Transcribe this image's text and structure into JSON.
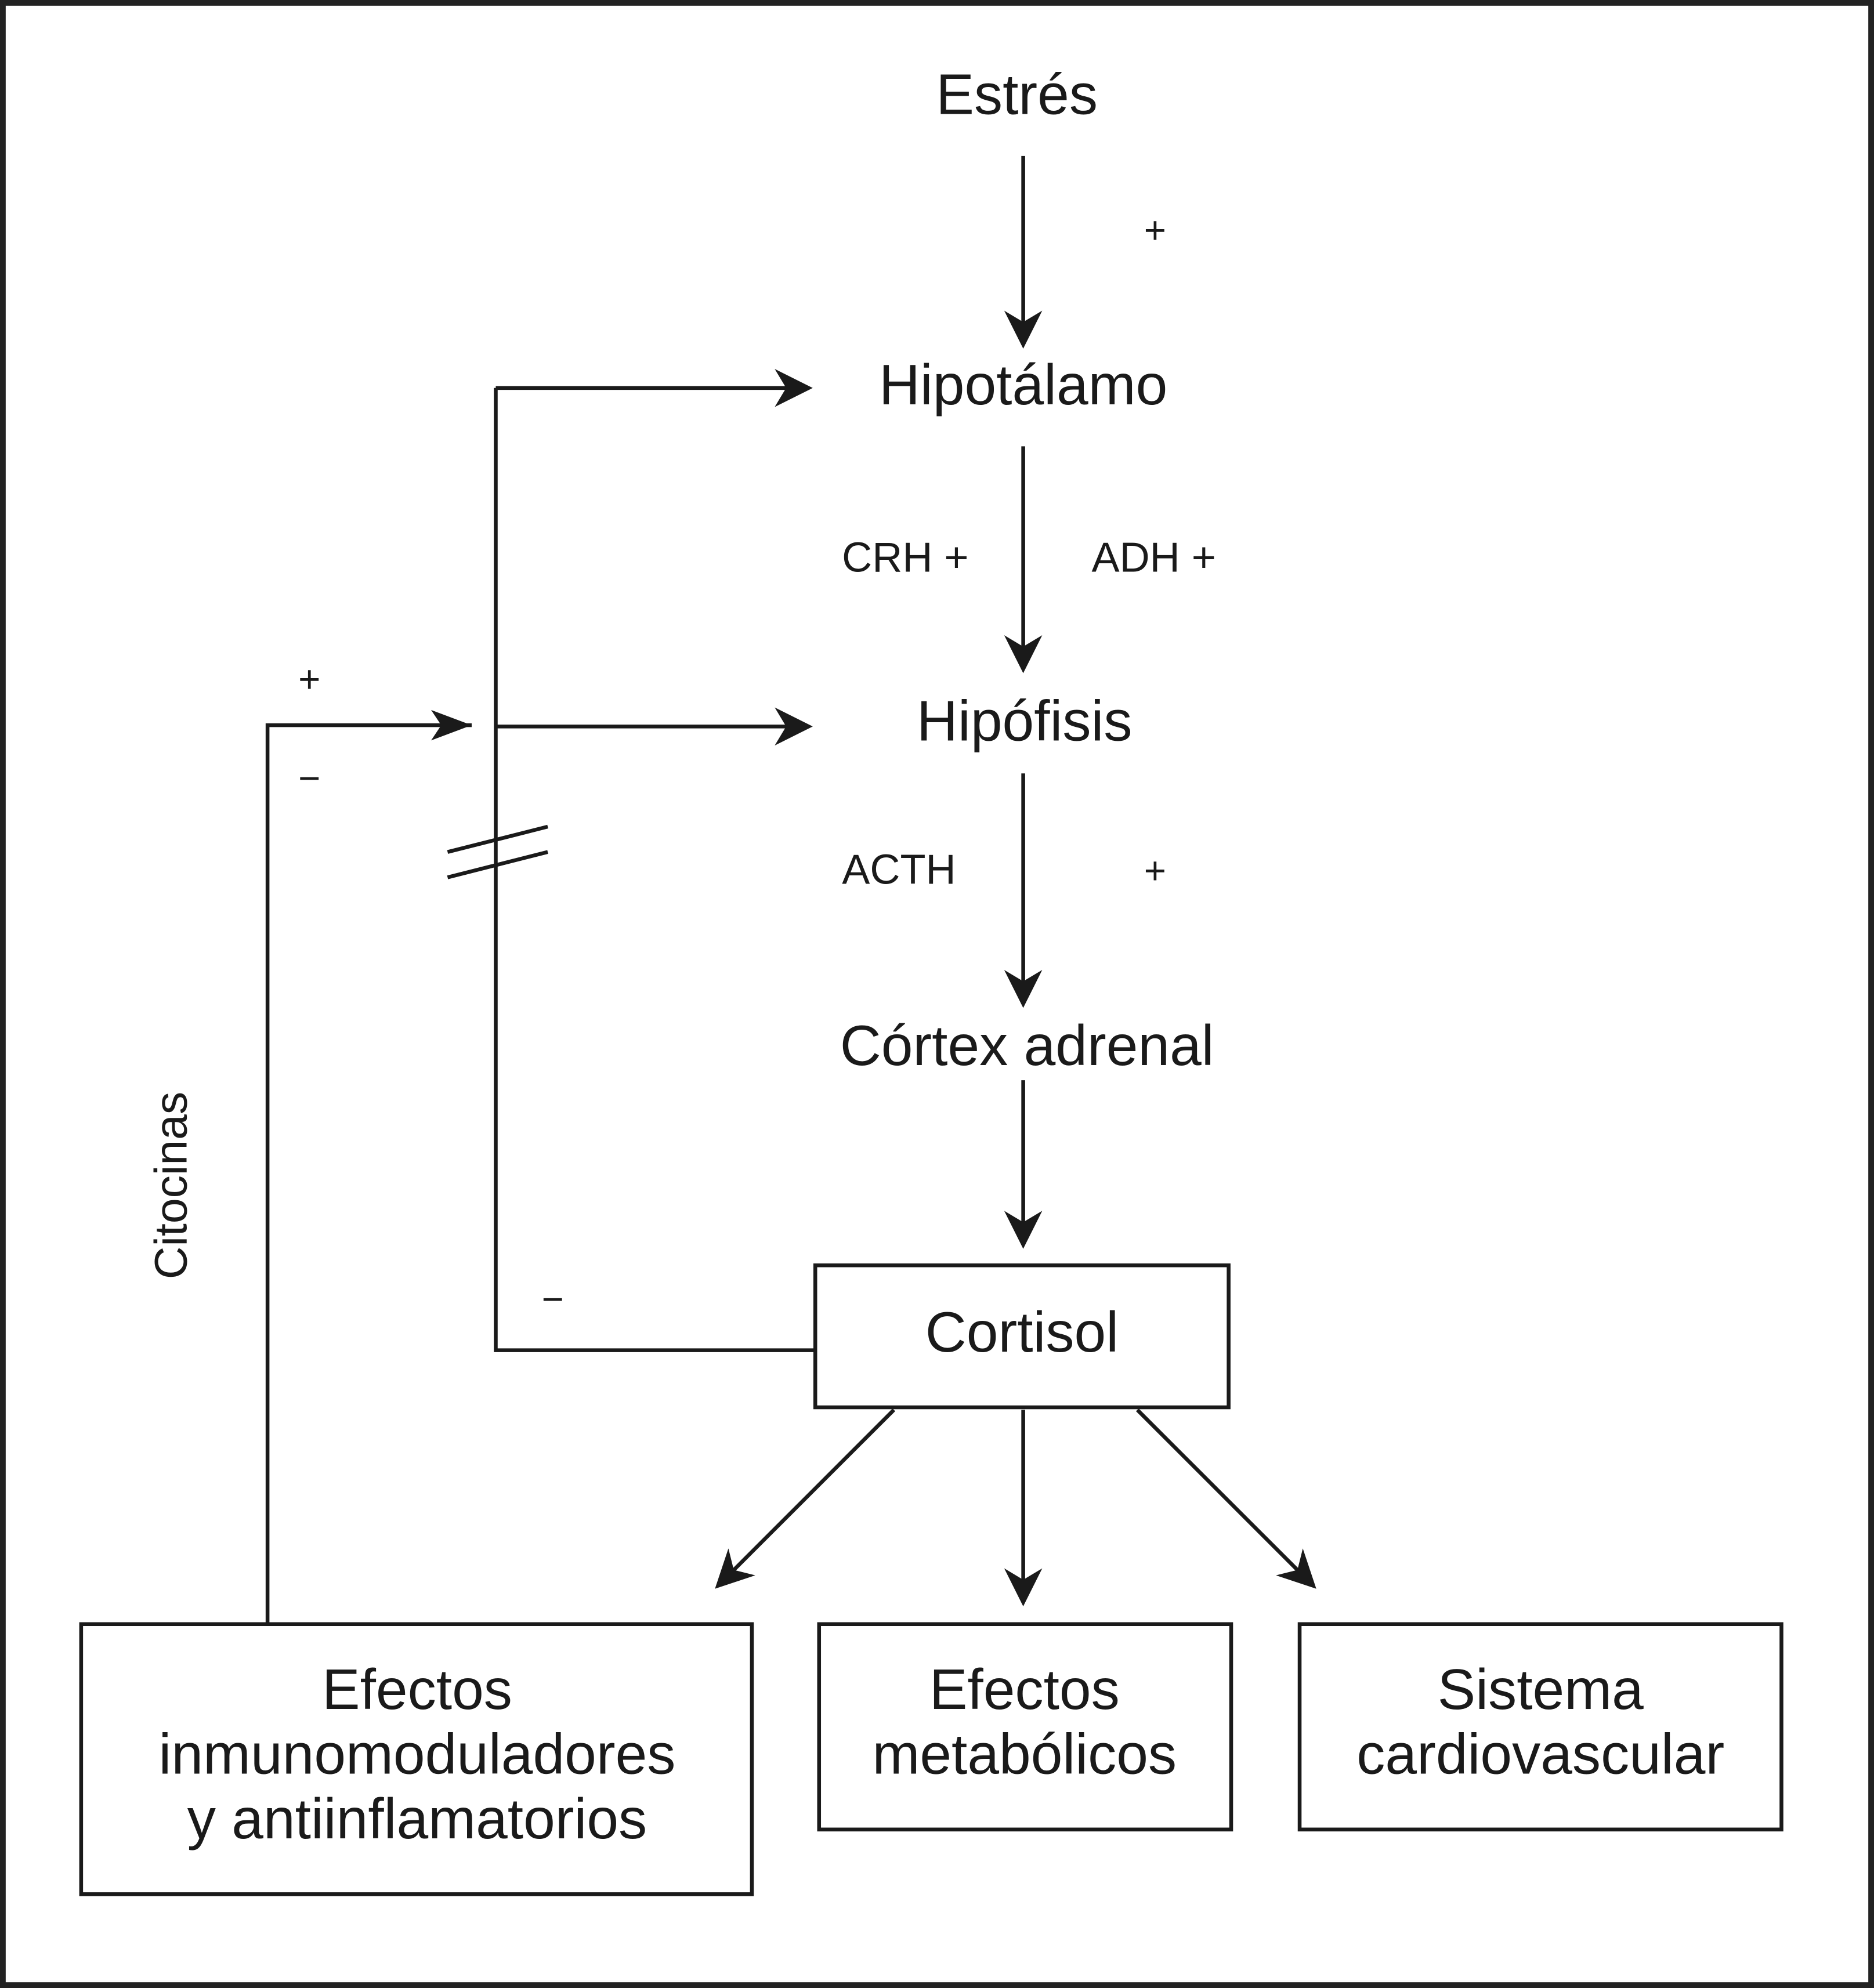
{
  "diagram": {
    "title": "Eje hipotálamo-hipófisis-suprarrenal (respuesta al estrés)",
    "nodes": {
      "estres": "Estrés",
      "hipotalamo": "Hipotálamo",
      "hipofisis": "Hipófisis",
      "cortex": "Córtex adrenal",
      "cortisol": "Cortisol",
      "inmuno": [
        "Efectos",
        "inmunomoduladores",
        "y antiinflamatorios"
      ],
      "metabolicos": [
        "Efectos",
        "metabólicos"
      ],
      "cardio": [
        "Sistema",
        "cardiovascular"
      ]
    },
    "edge_labels": {
      "estres_hipotalamo_sign": "+",
      "crh": "CRH +",
      "adh": "ADH +",
      "acth": "ACTH",
      "acth_sign": "+",
      "citocinas": "Citocinas",
      "citocinas_plus": "+",
      "citocinas_minus": "−",
      "cortisol_feedback_sign": "−"
    },
    "edges": [
      {
        "from": "Estrés",
        "to": "Hipotálamo",
        "sign": "+"
      },
      {
        "from": "Hipotálamo",
        "to": "Hipófisis",
        "label": "CRH + / ADH +"
      },
      {
        "from": "Hipófisis",
        "to": "Córtex adrenal",
        "label": "ACTH",
        "sign": "+"
      },
      {
        "from": "Córtex adrenal",
        "to": "Cortisol"
      },
      {
        "from": "Cortisol",
        "to": "Efectos inmunomoduladores y antiinflamatorios"
      },
      {
        "from": "Cortisol",
        "to": "Efectos metabólicos"
      },
      {
        "from": "Cortisol",
        "to": "Sistema cardiovascular"
      },
      {
        "from": "Cortisol",
        "to": "Hipotálamo / Hipófisis",
        "sign": "−",
        "type": "feedback"
      },
      {
        "from": "Efectos inmunomoduladores y antiinflamatorios",
        "to": "Hipotálamo / Hipófisis",
        "label": "Citocinas",
        "sign": "+ / −",
        "type": "feedback"
      }
    ]
  }
}
